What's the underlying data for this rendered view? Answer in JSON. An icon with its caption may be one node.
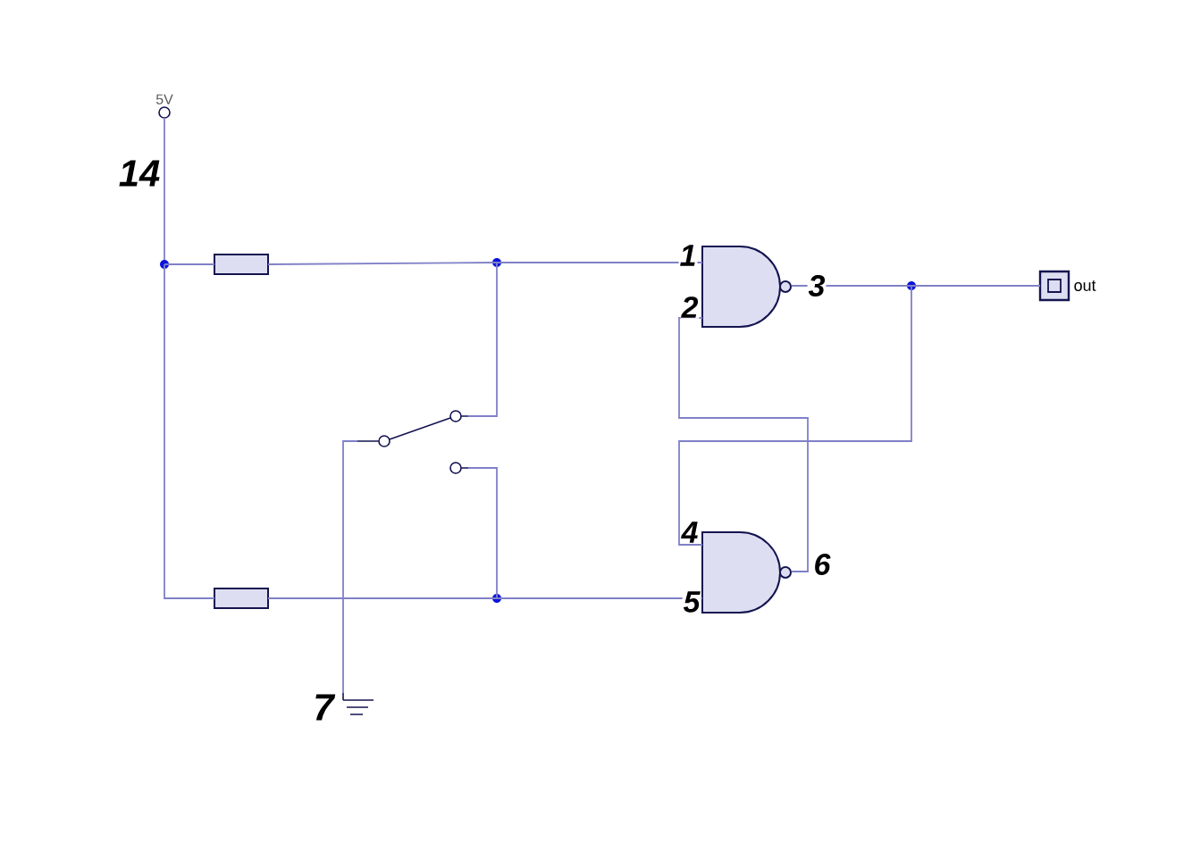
{
  "diagram": {
    "nodes": [
      {
        "text": [
          "5V"
        ]
      },
      {
        "text": [],
        "shape": "circle"
      },
      {
        "text": [],
        "shape": "box"
      },
      {
        "text": [],
        "shape": "circle"
      },
      {
        "text": [],
        "shape": "gate"
      },
      {
        "text": [],
        "shape": "circle"
      },
      {
        "text": [
          "out"
        ]
      },
      {
        "text": [],
        "shape": "box"
      },
      {
        "text": [],
        "shape": "circle"
      },
      {
        "text": [],
        "shape": "gate"
      },
      {
        "text": [],
        "shape": "switch"
      },
      {
        "text": [],
        "shape": "ground"
      }
    ],
    "edges": [
      {
        "from": 0,
        "to": 1,
        "arrow": "none"
      },
      {
        "from": 1,
        "to": 2,
        "arrow": "none"
      },
      {
        "from": 2,
        "to": 3,
        "arrow": "none"
      },
      {
        "from": 3,
        "to": 4,
        "arrow": "none"
      },
      {
        "from": 4,
        "to": 5,
        "arrow": "none"
      },
      {
        "from": 5,
        "to": 6,
        "arrow": "none"
      },
      {
        "from": 1,
        "to": 7,
        "arrow": "none"
      },
      {
        "from": 7,
        "to": 8,
        "arrow": "none"
      },
      {
        "from": 8,
        "to": 9,
        "arrow": "none"
      },
      {
        "from": 3,
        "to": 10,
        "arrow": "none"
      },
      {
        "from": 8,
        "to": 10,
        "arrow": "none"
      },
      {
        "from": 10,
        "to": 11,
        "arrow": "none"
      },
      {
        "from": 5,
        "to": 9,
        "arrow": "none"
      },
      {
        "from": 9,
        "to": 4,
        "arrow": "none"
      }
    ],
    "labels": [
      "14",
      "1",
      "2",
      "3",
      "4",
      "5",
      "6",
      "7"
    ]
  }
}
